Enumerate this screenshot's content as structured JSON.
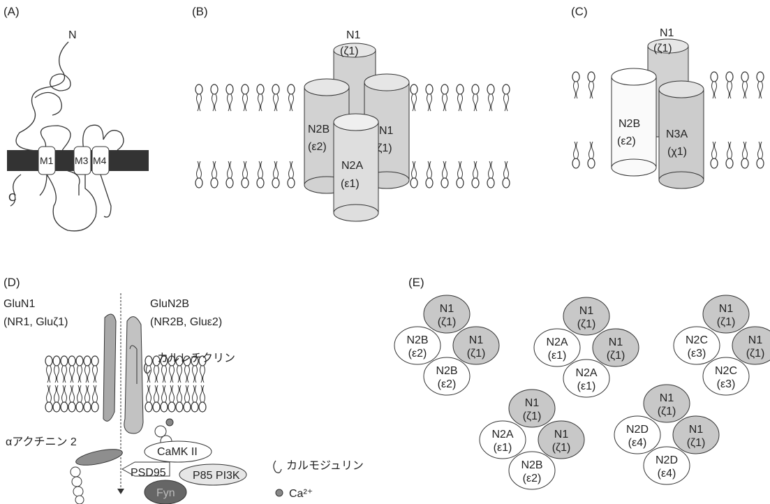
{
  "panels": {
    "A": {
      "label": "(A)",
      "n_terminus": "N",
      "c_terminus": "C",
      "segments": [
        "M1",
        "M3",
        "M4"
      ]
    },
    "B": {
      "label": "(B)",
      "subunits": [
        {
          "name": "N1",
          "alias": "(ζ1)"
        },
        {
          "name": "N2B",
          "alias": "(ε2)"
        },
        {
          "name": "N1",
          "alias": "(ζ1)"
        },
        {
          "name": "N2A",
          "alias": "(ε1)"
        }
      ]
    },
    "C": {
      "label": "(C)",
      "subunits": [
        {
          "name": "N1",
          "alias": "(ζ1)"
        },
        {
          "name": "N2B",
          "alias": "(ε2)"
        },
        {
          "name": "N3A",
          "alias": "(χ1)"
        }
      ]
    },
    "D": {
      "label": "(D)",
      "glun1": "GluN1",
      "glun1_alias": "(NR1, Gluζ1)",
      "glun2b": "GluN2B",
      "glun2b_alias": "(NR2B, Gluε2)",
      "calreticulin": "カルレチクリン",
      "actinin": "αアクチニン 2",
      "camk": "CaMK II",
      "psd95": "PSD95",
      "p85": "P85 PI3K",
      "fyn": "Fyn",
      "calmodulin": "カルモジュリン",
      "ca": "Ca²⁺"
    },
    "E": {
      "label": "(E)",
      "complexes": [
        {
          "top": [
            "N1",
            "(ζ1)"
          ],
          "left": [
            "N2B",
            "(ε2)"
          ],
          "right": [
            "N1",
            "(ζ1)"
          ],
          "bottom": [
            "N2B",
            "(ε2)"
          ]
        },
        {
          "top": [
            "N1",
            "(ζ1)"
          ],
          "left": [
            "N2A",
            "(ε1)"
          ],
          "right": [
            "N1",
            "(ζ1)"
          ],
          "bottom": [
            "N2A",
            "(ε1)"
          ]
        },
        {
          "top": [
            "N1",
            "(ζ1)"
          ],
          "left": [
            "N2C",
            "(ε3)"
          ],
          "right": [
            "N1",
            "(ζ1)"
          ],
          "bottom": [
            "N2C",
            "(ε3)"
          ]
        },
        {
          "top": [
            "N1",
            "(ζ1)"
          ],
          "left": [
            "N2A",
            "(ε1)"
          ],
          "right": [
            "N1",
            "(ζ1)"
          ],
          "bottom": [
            "N2B",
            "(ε2)"
          ]
        },
        {
          "top": [
            "N1",
            "(ζ1)"
          ],
          "left": [
            "N2D",
            "(ε4)"
          ],
          "right": [
            "N1",
            "(ζ1)"
          ],
          "bottom": [
            "N2D",
            "(ε4)"
          ]
        }
      ]
    }
  },
  "colors": {
    "grey_fill": "#cfcfcf",
    "dark_fill": "#555555",
    "membrane_band": "#333333",
    "line": "#333333"
  }
}
